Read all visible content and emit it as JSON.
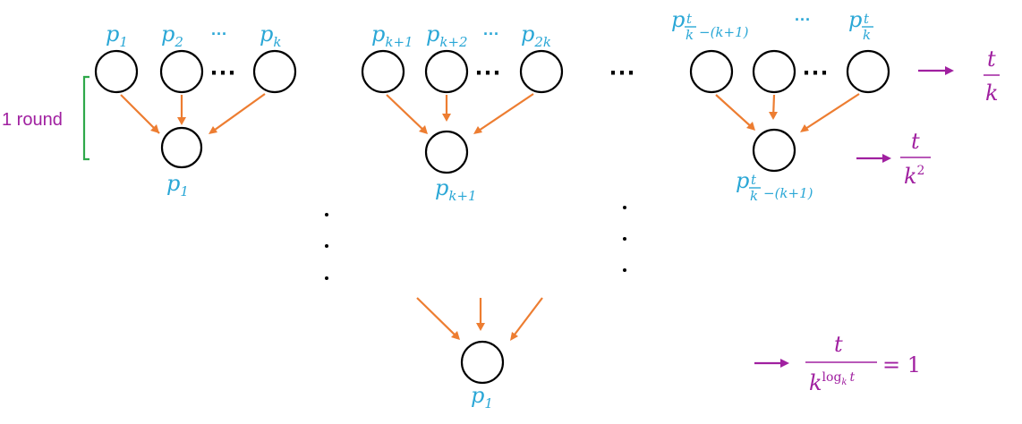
{
  "round_label": "1 round",
  "row_labels": {
    "g1_p1": {
      "base": "p",
      "sub": "1"
    },
    "g1_p2": {
      "base": "p",
      "sub": "2"
    },
    "g1_pk": {
      "base": "p",
      "sub": "k"
    },
    "g2_pk1": {
      "base": "p",
      "sub": "k+1"
    },
    "g2_pk2": {
      "base": "p",
      "sub": "k+2"
    },
    "g2_p2k": {
      "base": "p",
      "sub": "2k"
    },
    "g3_first_base": "p",
    "g3_first_sub_num": "t",
    "g3_first_sub_den": "k",
    "g3_first_sub_tail": "−(k+1)",
    "g3_last_base": "p",
    "g3_last_sub_num": "t",
    "g3_last_sub_den": "k"
  },
  "level1_labels": {
    "g1": {
      "base": "p",
      "sub": "1"
    },
    "g2": {
      "base": "p",
      "sub": "k+1"
    },
    "g3_base": "p",
    "g3_sub_num": "t",
    "g3_sub_den": "k",
    "g3_sub_tail": "−(k+1)"
  },
  "root_label": {
    "base": "p",
    "sub": "1"
  },
  "ellipsis_h": "⋯",
  "ellipsis_small": "···",
  "counts": {
    "row1": {
      "num": "t",
      "den": "k"
    },
    "row2": {
      "num": "t",
      "den_base": "k",
      "den_sup": "2"
    },
    "row3": {
      "num": "t",
      "den_base": "k",
      "den_sup_log": "log",
      "den_sup_sub": "k",
      "den_sup_tail": "t",
      "equals": "= 1"
    }
  },
  "colors": {
    "node_stroke": "#000000",
    "arrow": "#ed7d31",
    "label": "#2aa7d6",
    "count": "#a020a0",
    "bracket": "#2ea84a"
  }
}
